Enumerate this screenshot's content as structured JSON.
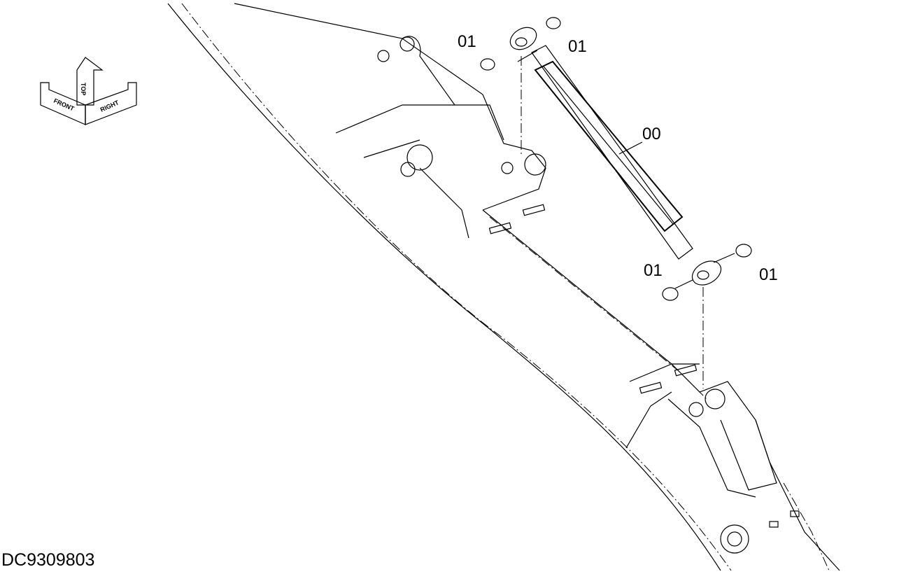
{
  "orientation_icon": {
    "top": "TOP",
    "front": "FRONT",
    "right": "RIGHT"
  },
  "callouts": {
    "seal_top_left": "01",
    "seal_top_right": "01",
    "cylinder": "00",
    "seal_bottom_left": "01",
    "seal_bottom_right": "01"
  },
  "document_id": "DC9309803"
}
